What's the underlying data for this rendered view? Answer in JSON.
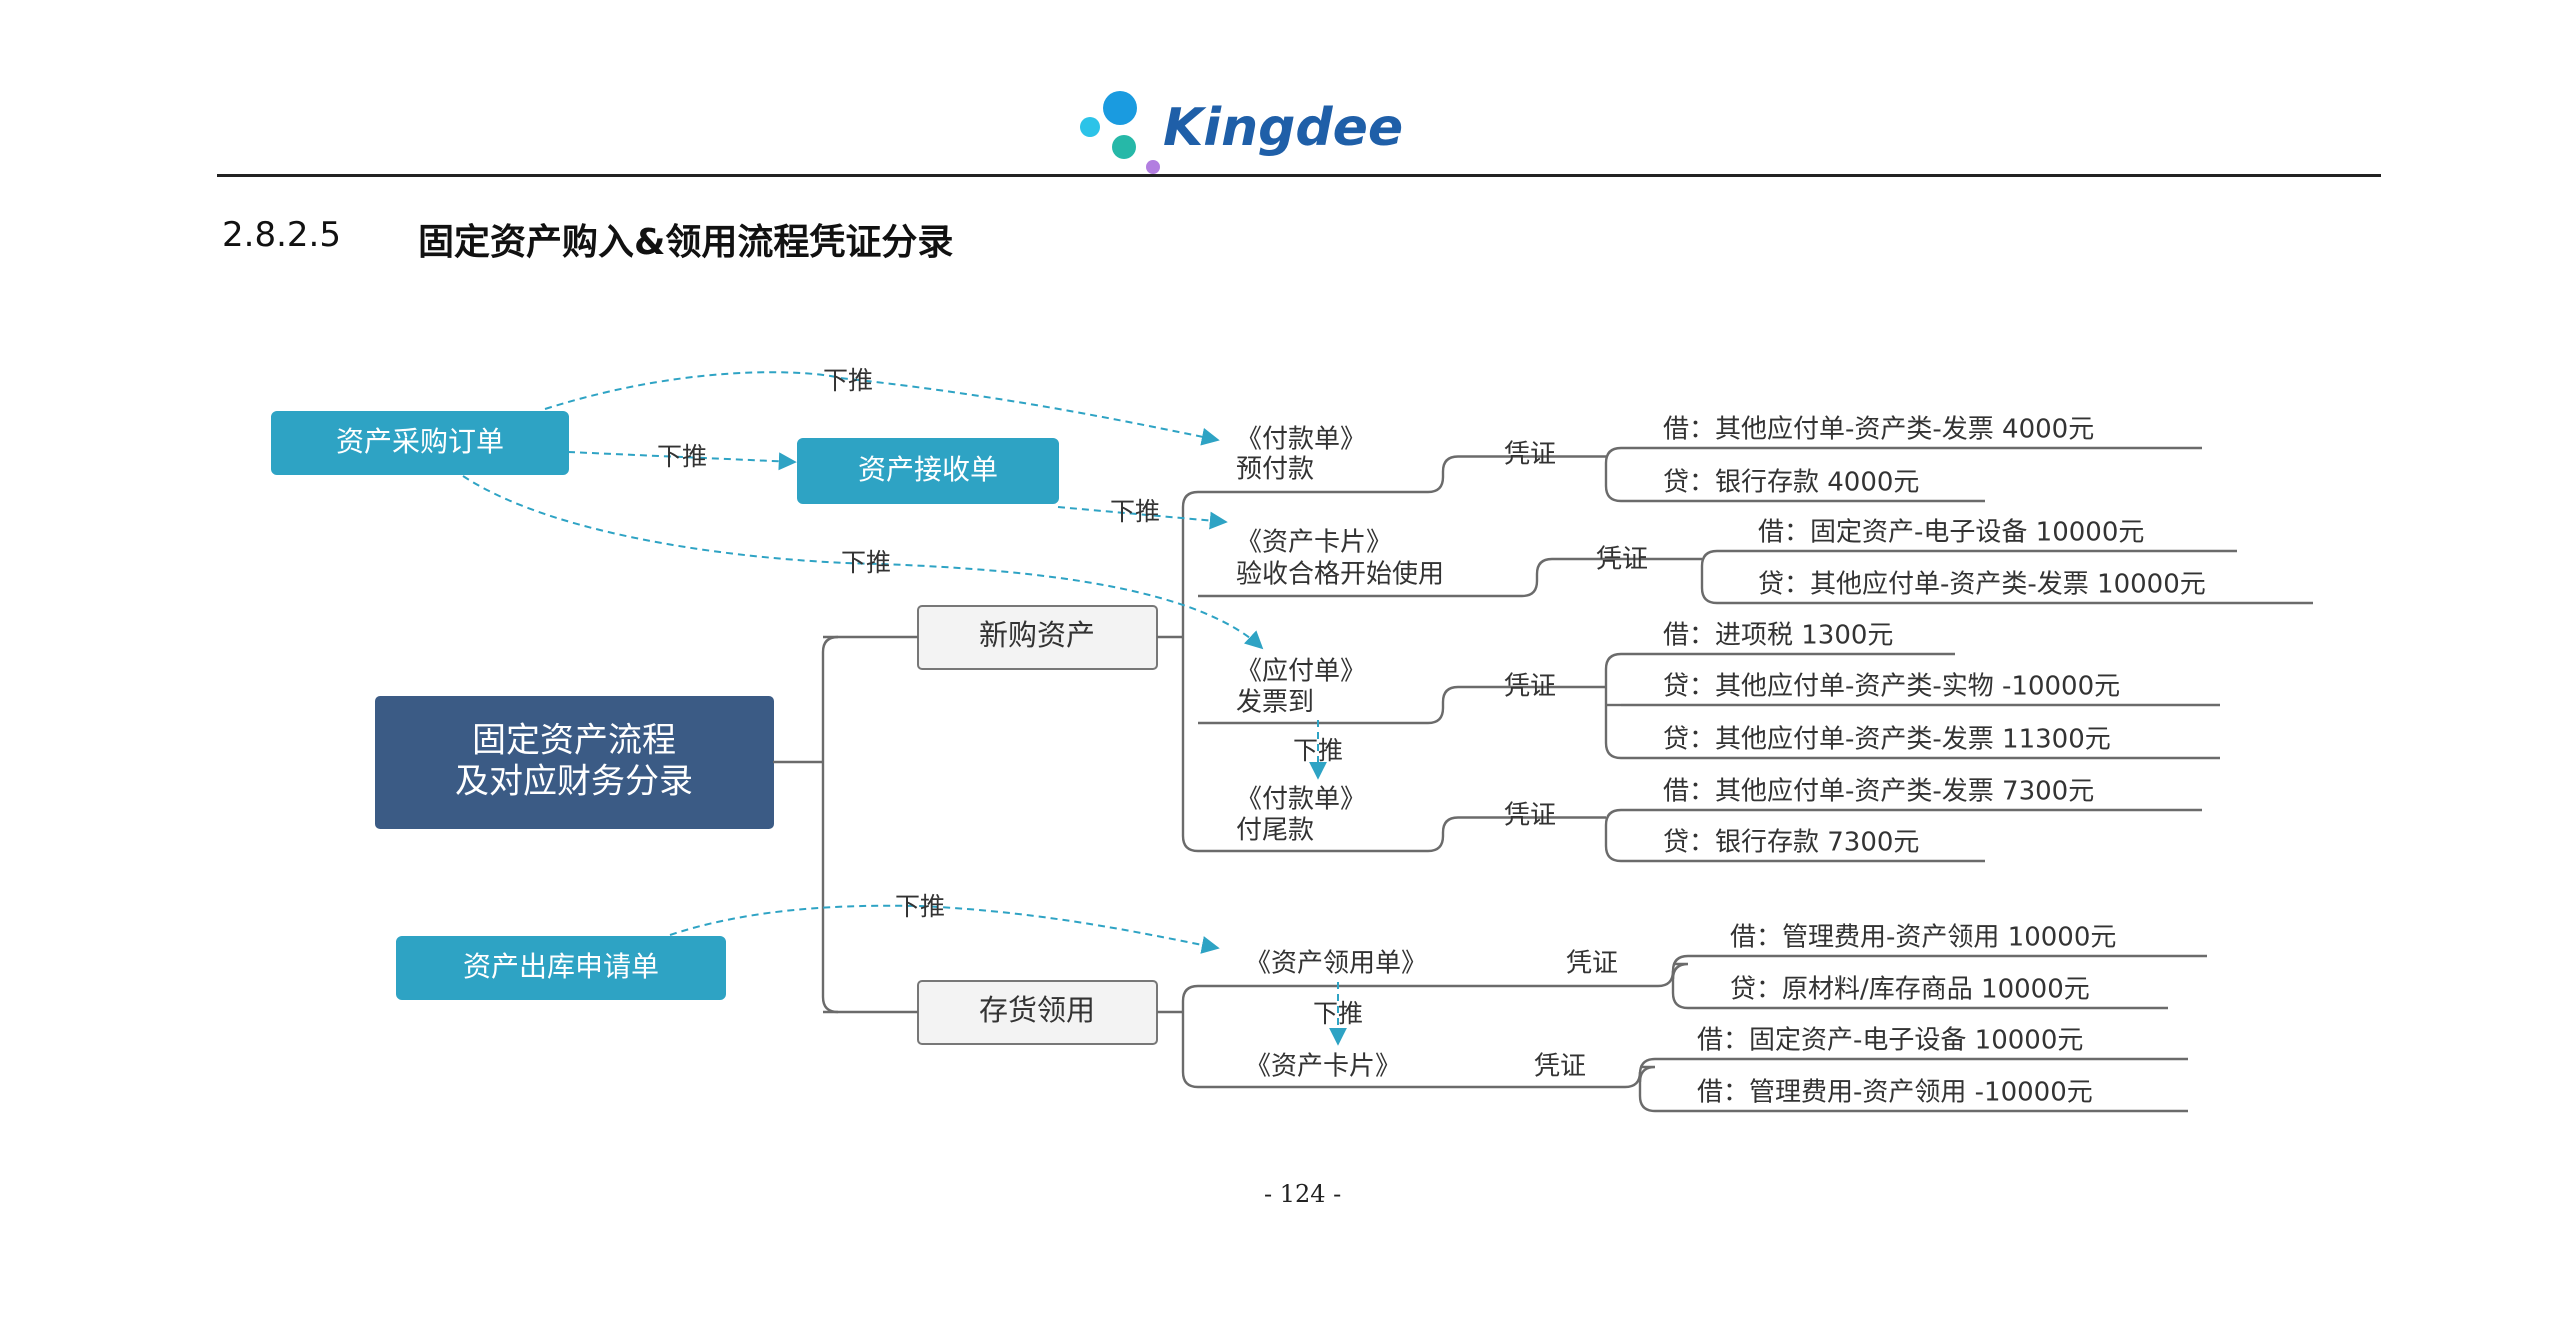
{
  "header": {
    "brand": "Kingdee",
    "brand_color": "#1f5fa8",
    "logo_dot_colors": [
      "#1a9be0",
      "#2cc3e8",
      "#26b8a8",
      "#b27ee0"
    ]
  },
  "section": {
    "number": "2.8.2.5",
    "title": "固定资产购入&领用流程凭证分录"
  },
  "diagram": {
    "colors": {
      "teal": "#2ea3c4",
      "navy": "#3b5b85",
      "line": "#6b6b6b",
      "node_border": "#777777",
      "node_fill": "#f3f3f3"
    },
    "root": "固定资产流程\n及对应财务分录",
    "source_nodes": {
      "purchase_order": "资产采购订单",
      "receipt": "资产接收单",
      "outbound_request": "资产出库申请单"
    },
    "push_label": "下推",
    "branches": {
      "new_asset": "新购资产",
      "inventory_use": "存货领用"
    },
    "voucher_label": "凭证",
    "docs": {
      "payment_advance": [
        "《付款单》",
        "预付款"
      ],
      "asset_card_accept": [
        "《资产卡片》",
        "验收合格开始使用"
      ],
      "payable_invoice": [
        "《应付单》",
        "发票到"
      ],
      "payment_final": [
        "《付款单》",
        "付尾款"
      ],
      "asset_requisition": [
        "《资产领用单》"
      ],
      "asset_card_use": [
        "《资产卡片》"
      ]
    },
    "entries": {
      "payment_advance": [
        "借：其他应付单-资产类-发票 4000元",
        "贷：银行存款 4000元"
      ],
      "asset_card_accept": [
        "借：固定资产-电子设备 10000元",
        "贷：其他应付单-资产类-发票 10000元"
      ],
      "payable_invoice": [
        "借：进项税 1300元",
        "贷：其他应付单-资产类-实物 -10000元",
        "贷：其他应付单-资产类-发票 11300元"
      ],
      "payment_final": [
        "借：其他应付单-资产类-发票 7300元",
        "贷：银行存款 7300元"
      ],
      "asset_requisition": [
        "借：管理费用-资产领用 10000元",
        "贷：原材料/库存商品 10000元"
      ],
      "asset_card_use": [
        "借：固定资产-电子设备 10000元",
        "借：管理费用-资产领用 -10000元"
      ]
    }
  },
  "footer": {
    "page_number": "- 124 -"
  }
}
